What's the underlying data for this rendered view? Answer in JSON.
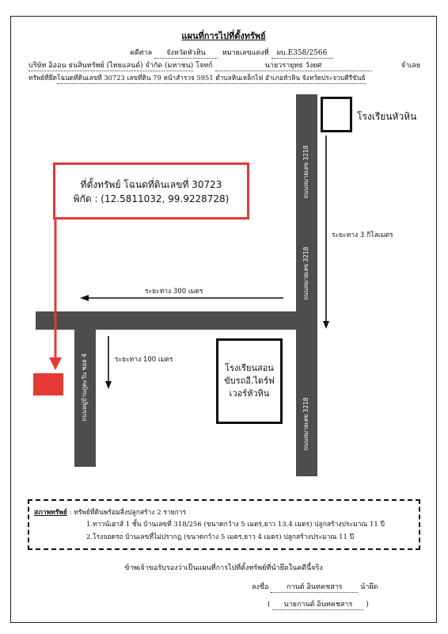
{
  "header": {
    "title": "แผนที่การไปที่ตั้งทรัพย์",
    "court_label": "คดีศาล",
    "court_value": "จังหวัดหัวหิน",
    "case_label": "หมายเลขแดงที่",
    "case_value": "ผบ.E358/2566",
    "plaintiff": "บริษัท อิออน ธนสินทรัพย์ (ไทยแลนด์) จำกัด (มหาชน)",
    "plaintiff_label": "โจทก์",
    "defendant": "นายวรายุทธ วังยศ",
    "defendant_label": "จำเลย",
    "property_label": "ทรัพย์ที่ยึด",
    "property_value": "โฉนดที่ดินเลขที่ 30723 เลขที่ดิน 79 หน้าสำรวจ 5951 ตำบลหินเหล็กไฟ อำเภอหัวหิน จังหวัดประจวบคีรีขันธ์"
  },
  "map": {
    "callout_line1": "ที่ตั้งทรัพย์ โฉนดที่ดินเลขที่ 30723",
    "callout_line2": "พิกัด : (12.5811032, 99.9228728)",
    "school1": "โรงเรียนหัวหิน",
    "school2_line1": "โรงเรียนสอน",
    "school2_line2": "ขับรถอี.ไดร์ฟ",
    "school2_line3": "เวอร์หัวหิน",
    "road_main_top": "ถนนหมายเลข 3218",
    "road_main_mid": "ถนนหมายเลข 3218",
    "road_main_bottom": "ถนนหมายเลข 3218",
    "road_soi": "ถนนหมู่บ้านภูตะวัน ซอย 4",
    "dist_3km": "ระยะทาง 3 กิโลเมตร",
    "dist_300m": "ระยะทาง 300 เมตร",
    "dist_100m": "ระยะทาง 100 เมตร",
    "accent_red": "#e53935",
    "road_color": "#4d4d4d"
  },
  "condition": {
    "label": "สภาพทรัพย์",
    "intro": "ทรัพย์ที่ดินพร้อมสิ่งปลูกสร้าง 2 รายการ",
    "item1": "1.ทาวน์เฮาส์ 1 ชั้น บ้านเลขที่ 318/256 (ขนาดกว้าง 5  เมตร,ยาว 13.4 เมตร) ปลูกสร้างประมาณ 11 ปี",
    "item2": "2.โรงจอดรถ บ้านเลขที่ไม่ปรากฎ (ขนาดกว้าง 5 เมตร,ยาว 4 เมตร) ปลูกสร้างประมาณ 11 ปี"
  },
  "footer": {
    "certify": "ข้าพเจ้าขอรับรองว่าเป็นแผนที่การไปที่ตั้งทรัพย์ที่นำยึดในคดีนี้จริง",
    "sign_label": "ลงชื่อ",
    "sign_value": "กานต์ อินทคชสาร",
    "role": "นำยึด",
    "name_open": "(",
    "name_value": "นายกานต์ อินทคชสาร",
    "name_close": ")"
  }
}
